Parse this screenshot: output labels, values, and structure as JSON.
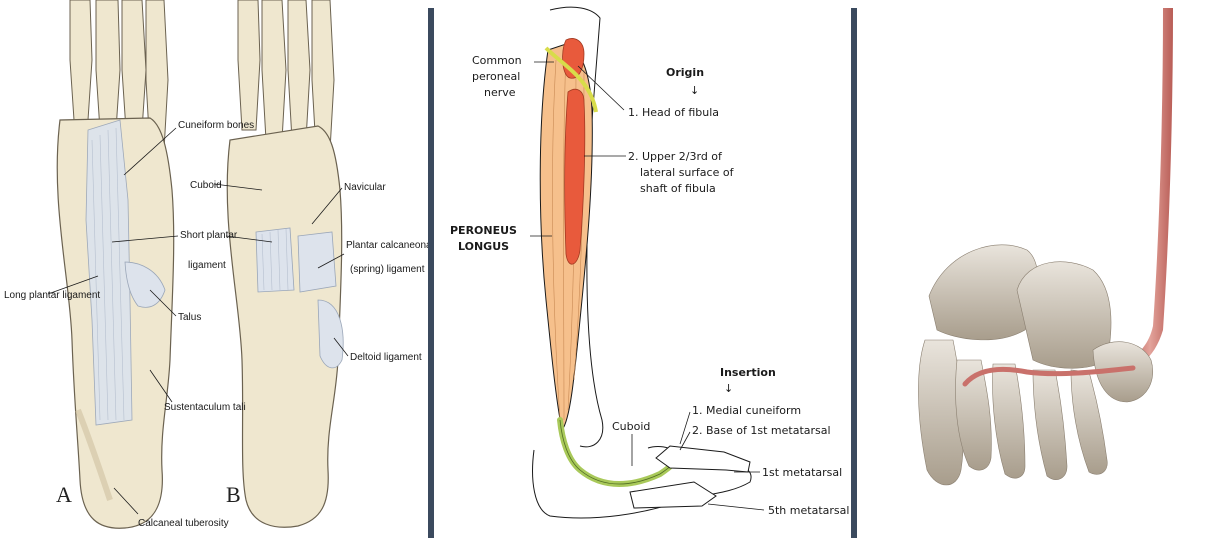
{
  "panel_a": {
    "view_a_letter": "A",
    "view_b_letter": "B",
    "labels": {
      "cuneiform_bones": "Cuneiform bones",
      "cuboid": "Cuboid",
      "navicular": "Navicular",
      "short_plantar": "Short plantar",
      "short_plantar_2": "ligament",
      "plantar_calc": "Plantar calcaneonavicular",
      "plantar_calc_2": "(spring) ligament",
      "long_plantar": "Long plantar ligament",
      "talus": "Talus",
      "deltoid": "Deltoid ligament",
      "sustentaculum": "Sustentaculum tali",
      "calcaneal_tuberosity": "Calcaneal tuberosity"
    }
  },
  "panel_b": {
    "origin_heading": "Origin",
    "arrow": "↓",
    "common_peroneal_1": "Common",
    "common_peroneal_2": "peroneal",
    "common_peroneal_3": "nerve",
    "origin_1": "1. Head of fibula",
    "origin_2a": "2. Upper 2/3rd of",
    "origin_2b": "lateral surface of",
    "origin_2c": "shaft of fibula",
    "muscle_1": "PERONEUS",
    "muscle_2": "LONGUS",
    "insertion_heading": "Insertion",
    "insertion_1": "1. Medial cuneiform",
    "insertion_2": "2. Base of 1st metatarsal",
    "cuboid": "Cuboid",
    "first_metatarsal": "1st metatarsal",
    "fifth_metatarsal": "5th metatarsal"
  },
  "colors": {
    "bone": "#efe7cf",
    "bone_shadow": "#cfc2a0",
    "ligament": "#dde3ec",
    "muscle": "#f6c08c",
    "origin_red": "#e85a3c",
    "tendon_green": "#a9c95a",
    "nerve_yellow": "#d8dc4a",
    "divider": "#3b4a5e",
    "tendon_3d": "#c9716b"
  }
}
